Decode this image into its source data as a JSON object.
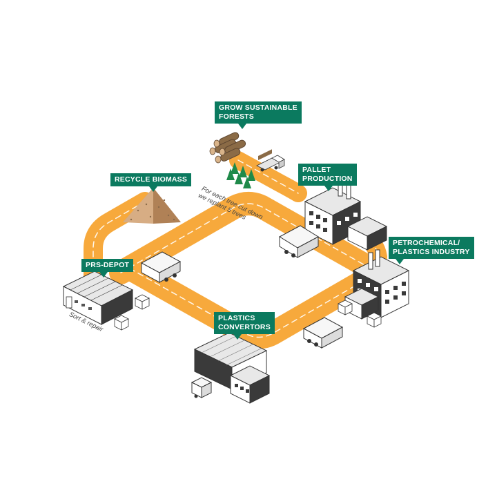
{
  "labels": {
    "grow_forests": [
      "GROW SUSTAINABLE",
      "FORESTS"
    ],
    "pallet_production": [
      "PALLET",
      "PRODUCTION"
    ],
    "petrochemical": [
      "PETROCHEMICAL/",
      "PLASTICS INDUSTRY"
    ],
    "plastics_convertors": [
      "PLASTICS",
      "CONVERTORS"
    ],
    "prs_depot": [
      "PRS-DEPOT"
    ],
    "recycle_biomass": [
      "RECYCLE BIOMASS"
    ]
  },
  "notes": {
    "replant": [
      "For each tree cut down",
      "we replant 5 trees"
    ],
    "sort_repair": "Sort & repair"
  },
  "colors": {
    "road": "#f7a93c",
    "road_edge": "#e38e1f",
    "callout": "#0b7a5f",
    "building_dark": "#3a3a3a",
    "building_light": "#f2f2f2",
    "biomass": "#c99a6e",
    "tree": "#1f8a4a",
    "log": "#8b6b46"
  },
  "icons": [
    "truck-icon",
    "factory-icon",
    "warehouse-icon",
    "pallet-icon",
    "tree-icon",
    "log-pile-icon",
    "biomass-pile-icon"
  ]
}
